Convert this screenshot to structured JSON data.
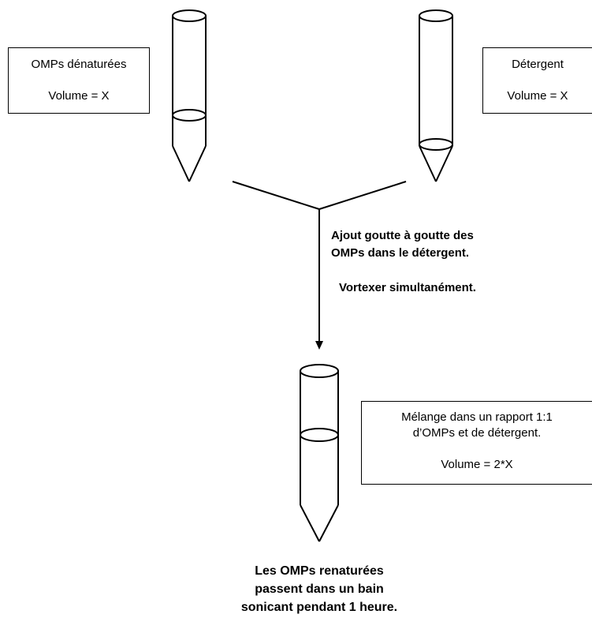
{
  "tube_left_box": {
    "title": "OMPs dénaturées",
    "volume": "Volume = X"
  },
  "tube_right_box": {
    "title": "Détergent",
    "volume": "Volume = X"
  },
  "step_text": {
    "line1": "Ajout goutte à goutte des",
    "line2": "OMPs dans le détergent.",
    "line3": "Vortexer simultanément."
  },
  "mix_box": {
    "line1": "Mélange dans un rapport 1:1",
    "line2": "d’OMPs et de détergent.",
    "volume": "Volume = 2*X"
  },
  "footer_text": {
    "line1": "Les OMPs renaturées",
    "line2": "passent dans un bain",
    "line3": "sonicant pendant 1 heure."
  }
}
